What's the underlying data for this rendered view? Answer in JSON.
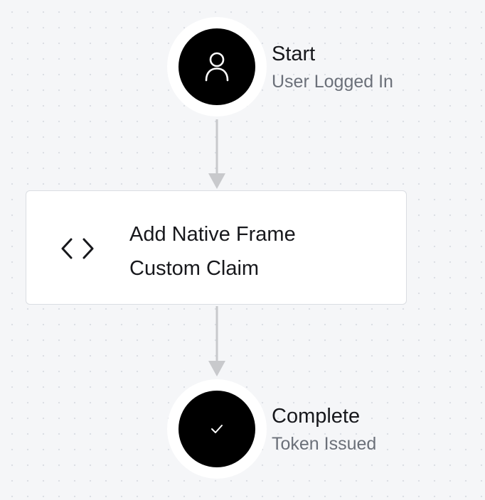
{
  "flow": {
    "start": {
      "title": "Start",
      "subtitle": "User Logged In",
      "icon": "user-icon"
    },
    "action": {
      "line1": "Add Native Frame",
      "line2": "Custom Claim",
      "icon": "code-icon"
    },
    "complete": {
      "title": "Complete",
      "subtitle": "Token Issued",
      "icon": "check-icon"
    }
  },
  "colors": {
    "background": "#f5f6f8",
    "node": "#000000",
    "ring": "#ffffff",
    "connector": "#c8c9cc",
    "title": "#17181c",
    "subtitle": "#6b7079"
  }
}
